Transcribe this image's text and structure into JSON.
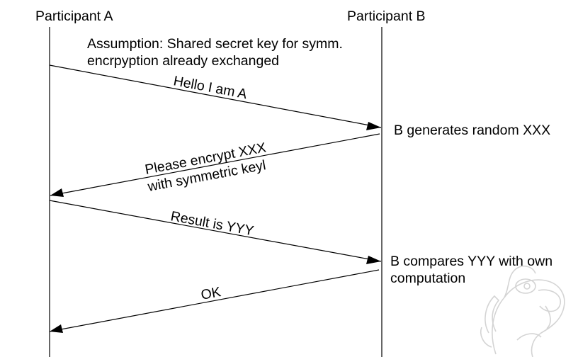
{
  "participants": {
    "a": "Participant A",
    "b": "Participant B"
  },
  "assumption": {
    "line1": "Assumption: Shared secret key for symm.",
    "line2": "encrpyption already exchanged"
  },
  "messages": {
    "hello": "Hello I am  A",
    "encrypt_line1": "Please encrypt XXX",
    "encrypt_line2": "with symmetric keyl",
    "result": "Result is YYY",
    "ok": "OK"
  },
  "notes": {
    "generate": "B generates random XXX",
    "compare_line1": "B compares YYY with own",
    "compare_line2": "computation"
  },
  "colors": {
    "ink": "#000000",
    "mascot": "#d4d4d4"
  },
  "icons": {
    "watermark": "parrot-mascot-icon"
  }
}
